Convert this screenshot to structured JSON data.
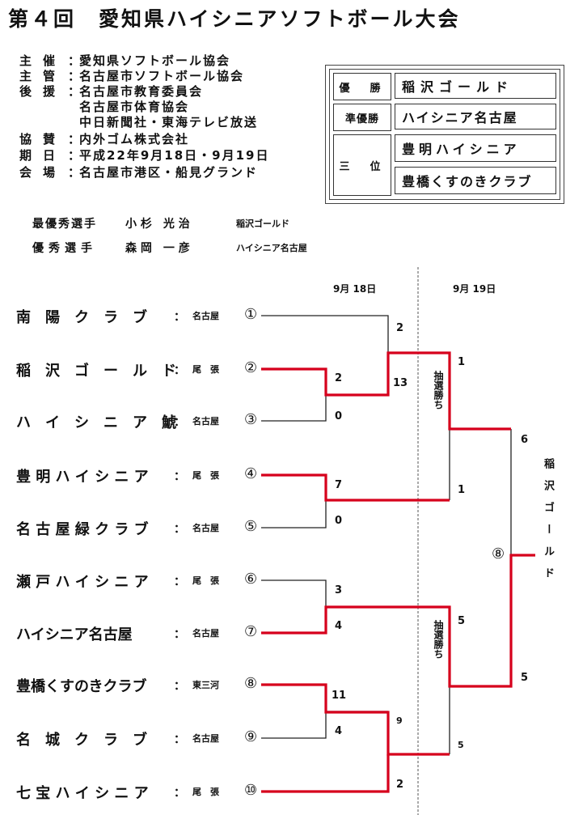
{
  "title": "第４回　愛知県ハイシニアソフトボール大会",
  "info": [
    {
      "key": "主催",
      "value": "愛知県ソフトボール協会"
    },
    {
      "key": "主管",
      "value": "名古屋市ソフトボール協会"
    },
    {
      "key": "後援",
      "value": "名古屋市教育委員会"
    },
    {
      "key": "",
      "value": "名古屋市体育協会"
    },
    {
      "key": "",
      "value": "中日新聞社・東海テレビ放送"
    },
    {
      "key": "協賛",
      "value": "内外ゴム株式会社"
    },
    {
      "key": "期日",
      "value": "平成22年9月18日・9月19日"
    },
    {
      "key": "会場",
      "value": "名古屋市港区・船見グランド"
    }
  ],
  "results": {
    "champion_label": "優　勝",
    "champion": "稲沢ゴールド",
    "runner_label": "準優勝",
    "runner": "ハイシニア名古屋",
    "third_label": "三　位",
    "third_1": "豊明ハイシニア",
    "third_2": "豊橋くすのきクラブ"
  },
  "awards": {
    "mvp_label": "最優秀選手",
    "mvp_name": "小 杉　光 治",
    "mvp_team": "稲沢ゴールド",
    "outstanding_label": "優秀選手",
    "outstanding_name": "森 岡　一 彦",
    "outstanding_team": "ハイシニア名古屋"
  },
  "dates": {
    "day1": "9月 18日",
    "day2": "9月 19日"
  },
  "teams": [
    {
      "name": "南　陽　ク　ラ　ブ",
      "region": "名古屋",
      "num": "①"
    },
    {
      "name": "稲　沢　ゴ　ー　ル　ド",
      "region": "尾　張",
      "num": "②"
    },
    {
      "name": "ハ　イ　シ　ニ　ア　鯱",
      "region": "名古屋",
      "num": "③"
    },
    {
      "name": "豊 明 ハ イ シ ニ ア",
      "region": "尾　張",
      "num": "④"
    },
    {
      "name": "名 古 屋 緑 ク ラ ブ",
      "region": "名古屋",
      "num": "⑤"
    },
    {
      "name": "瀬 戸 ハ イ シ ニ ア",
      "region": "尾　張",
      "num": "⑥"
    },
    {
      "name": "ハイシニア名古屋",
      "region": "名古屋",
      "num": "⑦"
    },
    {
      "name": "豊橋くすのきクラブ",
      "region": "東三河",
      "num": "⑧"
    },
    {
      "name": "名　城　ク　ラ　ブ",
      "region": "名古屋",
      "num": "⑨"
    },
    {
      "name": "七 宝 ハ イ シ ニ ア",
      "region": "尾　張",
      "num": "⑩"
    }
  ],
  "colon": "：",
  "scores": {
    "r1_g2_top": "2",
    "r1_g2_bot": "0",
    "r1_g3_top": "7",
    "r1_g3_bot": "0",
    "r1_g4_top": "3",
    "r1_g4_bot": "4",
    "r1_g5_top": "11",
    "r1_g5_bot": "4",
    "r2_g1_top": "2",
    "r2_g1_bot": "13",
    "r2_g2_top": "9",
    "r2_g2_bot": "2",
    "sf1_top": "1",
    "sf1_bot": "1",
    "sf2_top": "5",
    "sf2_bot": "5",
    "final_top": "6",
    "final_bot": "5"
  },
  "lottery": "抽選勝ち",
  "final_num": "⑧",
  "winner_vertical": "稲沢ゴールド"
}
